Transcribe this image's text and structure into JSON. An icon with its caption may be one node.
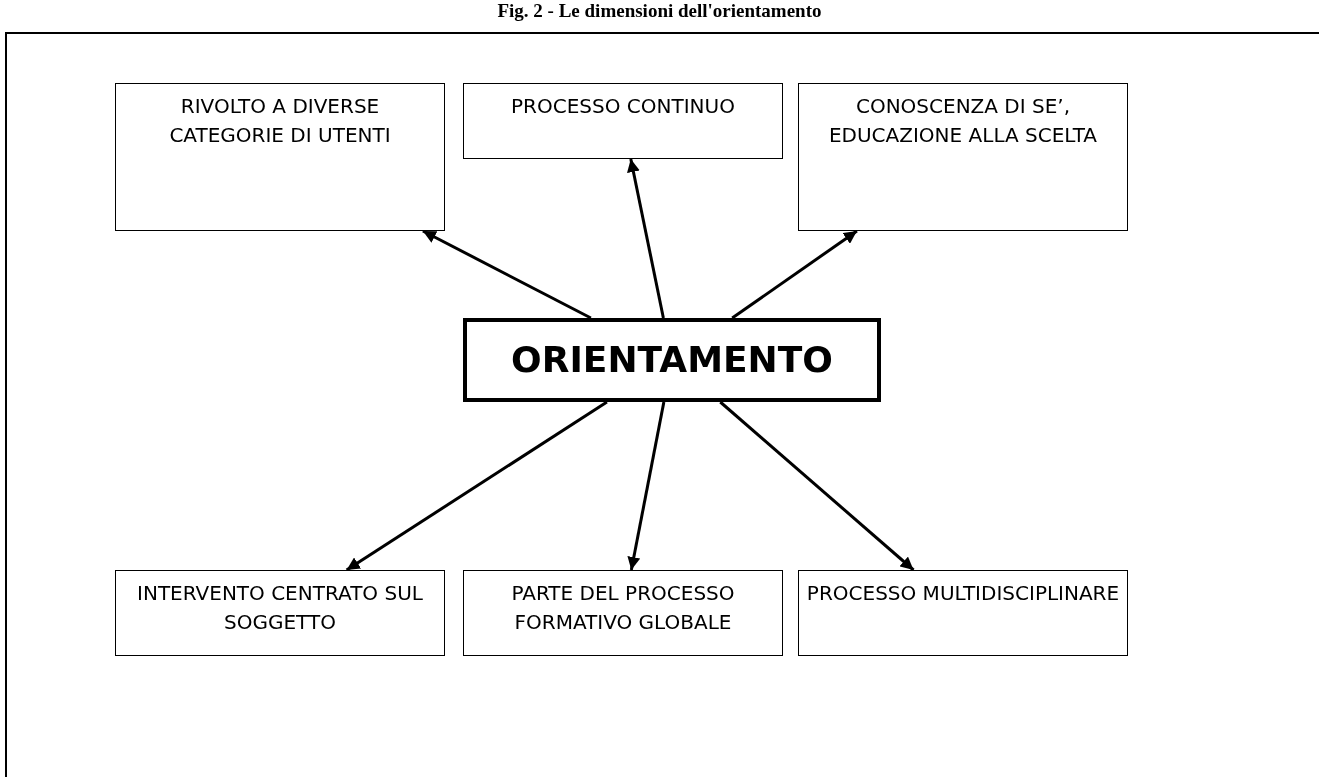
{
  "diagram": {
    "title": "Fig. 2 - Le dimensioni dell'orientamento",
    "nodes": [
      {
        "text": [
          "ORIENTAMENTO"
        ]
      },
      {
        "text": [
          "RIVOLTO A DIVERSE CATEGORIE DI UTENTI"
        ]
      },
      {
        "text": [
          "PROCESSO CONTINUO"
        ]
      },
      {
        "text": [
          "CONOSCENZA DI SE’, EDUCAZIONE ALLA SCELTA"
        ]
      },
      {
        "text": [
          "INTERVENTO CENTRATO SUL SOGGETTO"
        ]
      },
      {
        "text": [
          "PARTE DEL PROCESSO FORMATIVO GLOBALE"
        ]
      },
      {
        "text": [
          "PROCESSO MULTIDISCIPLINARE"
        ]
      }
    ],
    "edges": [
      {
        "from": 0,
        "to": 1,
        "arrow": "to"
      },
      {
        "from": 0,
        "to": 2,
        "arrow": "to"
      },
      {
        "from": 0,
        "to": 3,
        "arrow": "to"
      },
      {
        "from": 0,
        "to": 4,
        "arrow": "to"
      },
      {
        "from": 0,
        "to": 5,
        "arrow": "to"
      },
      {
        "from": 0,
        "to": 6,
        "arrow": "to"
      }
    ]
  }
}
